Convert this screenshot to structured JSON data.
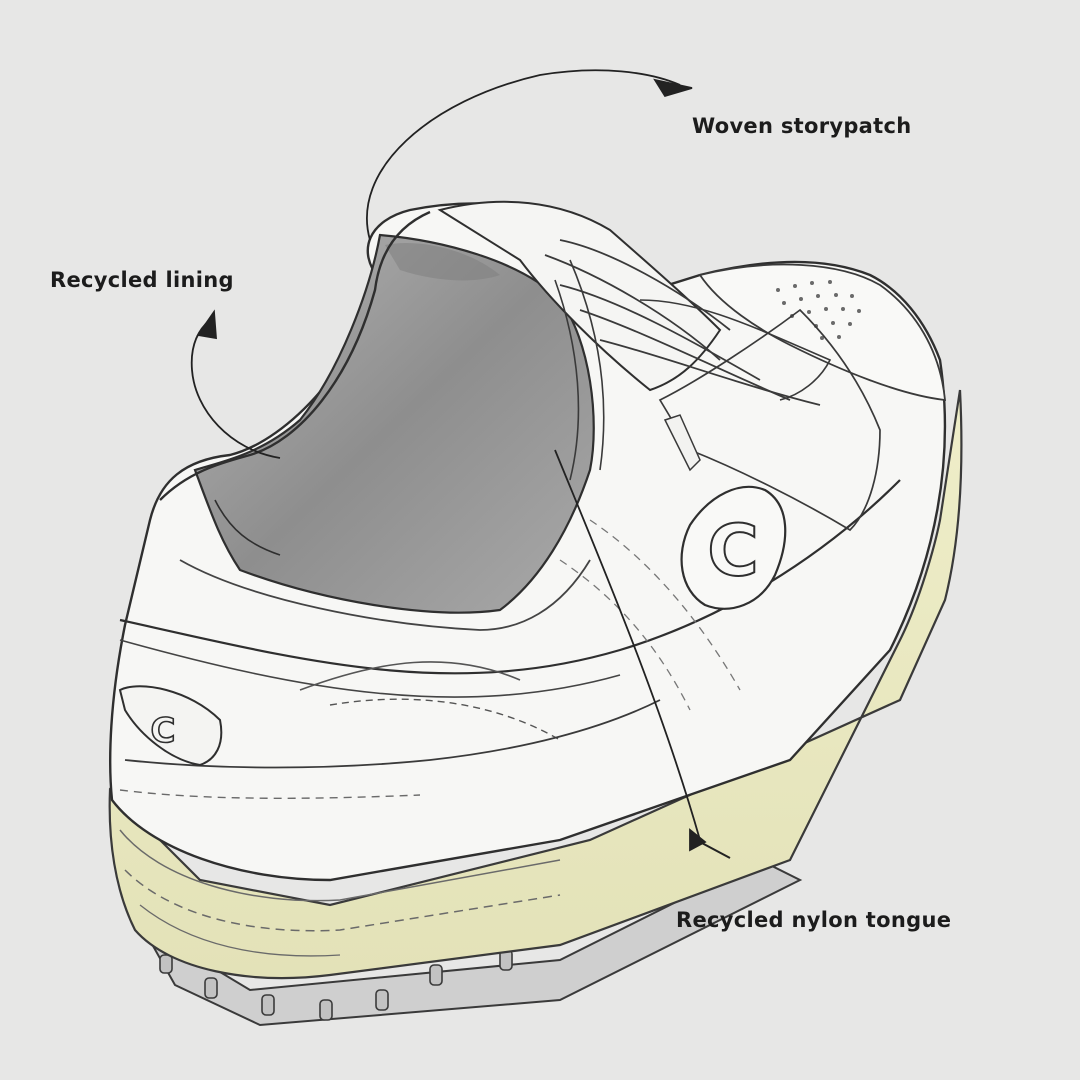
{
  "colors": {
    "background": "#e7e7e6",
    "ink": "#2a2a2a",
    "lining_gray": "#9e9e9e",
    "sole_yellow": "#ecebc4",
    "upper_white": "#f7f7f5"
  },
  "callouts": {
    "woven_storypatch": "Woven storypatch",
    "recycled_lining": "Recycled lining",
    "recycled_nylon_tongue": "Recycled nylon tongue"
  },
  "logos": {
    "side_logo_letter": "C",
    "heel_logo_letter": "C"
  }
}
